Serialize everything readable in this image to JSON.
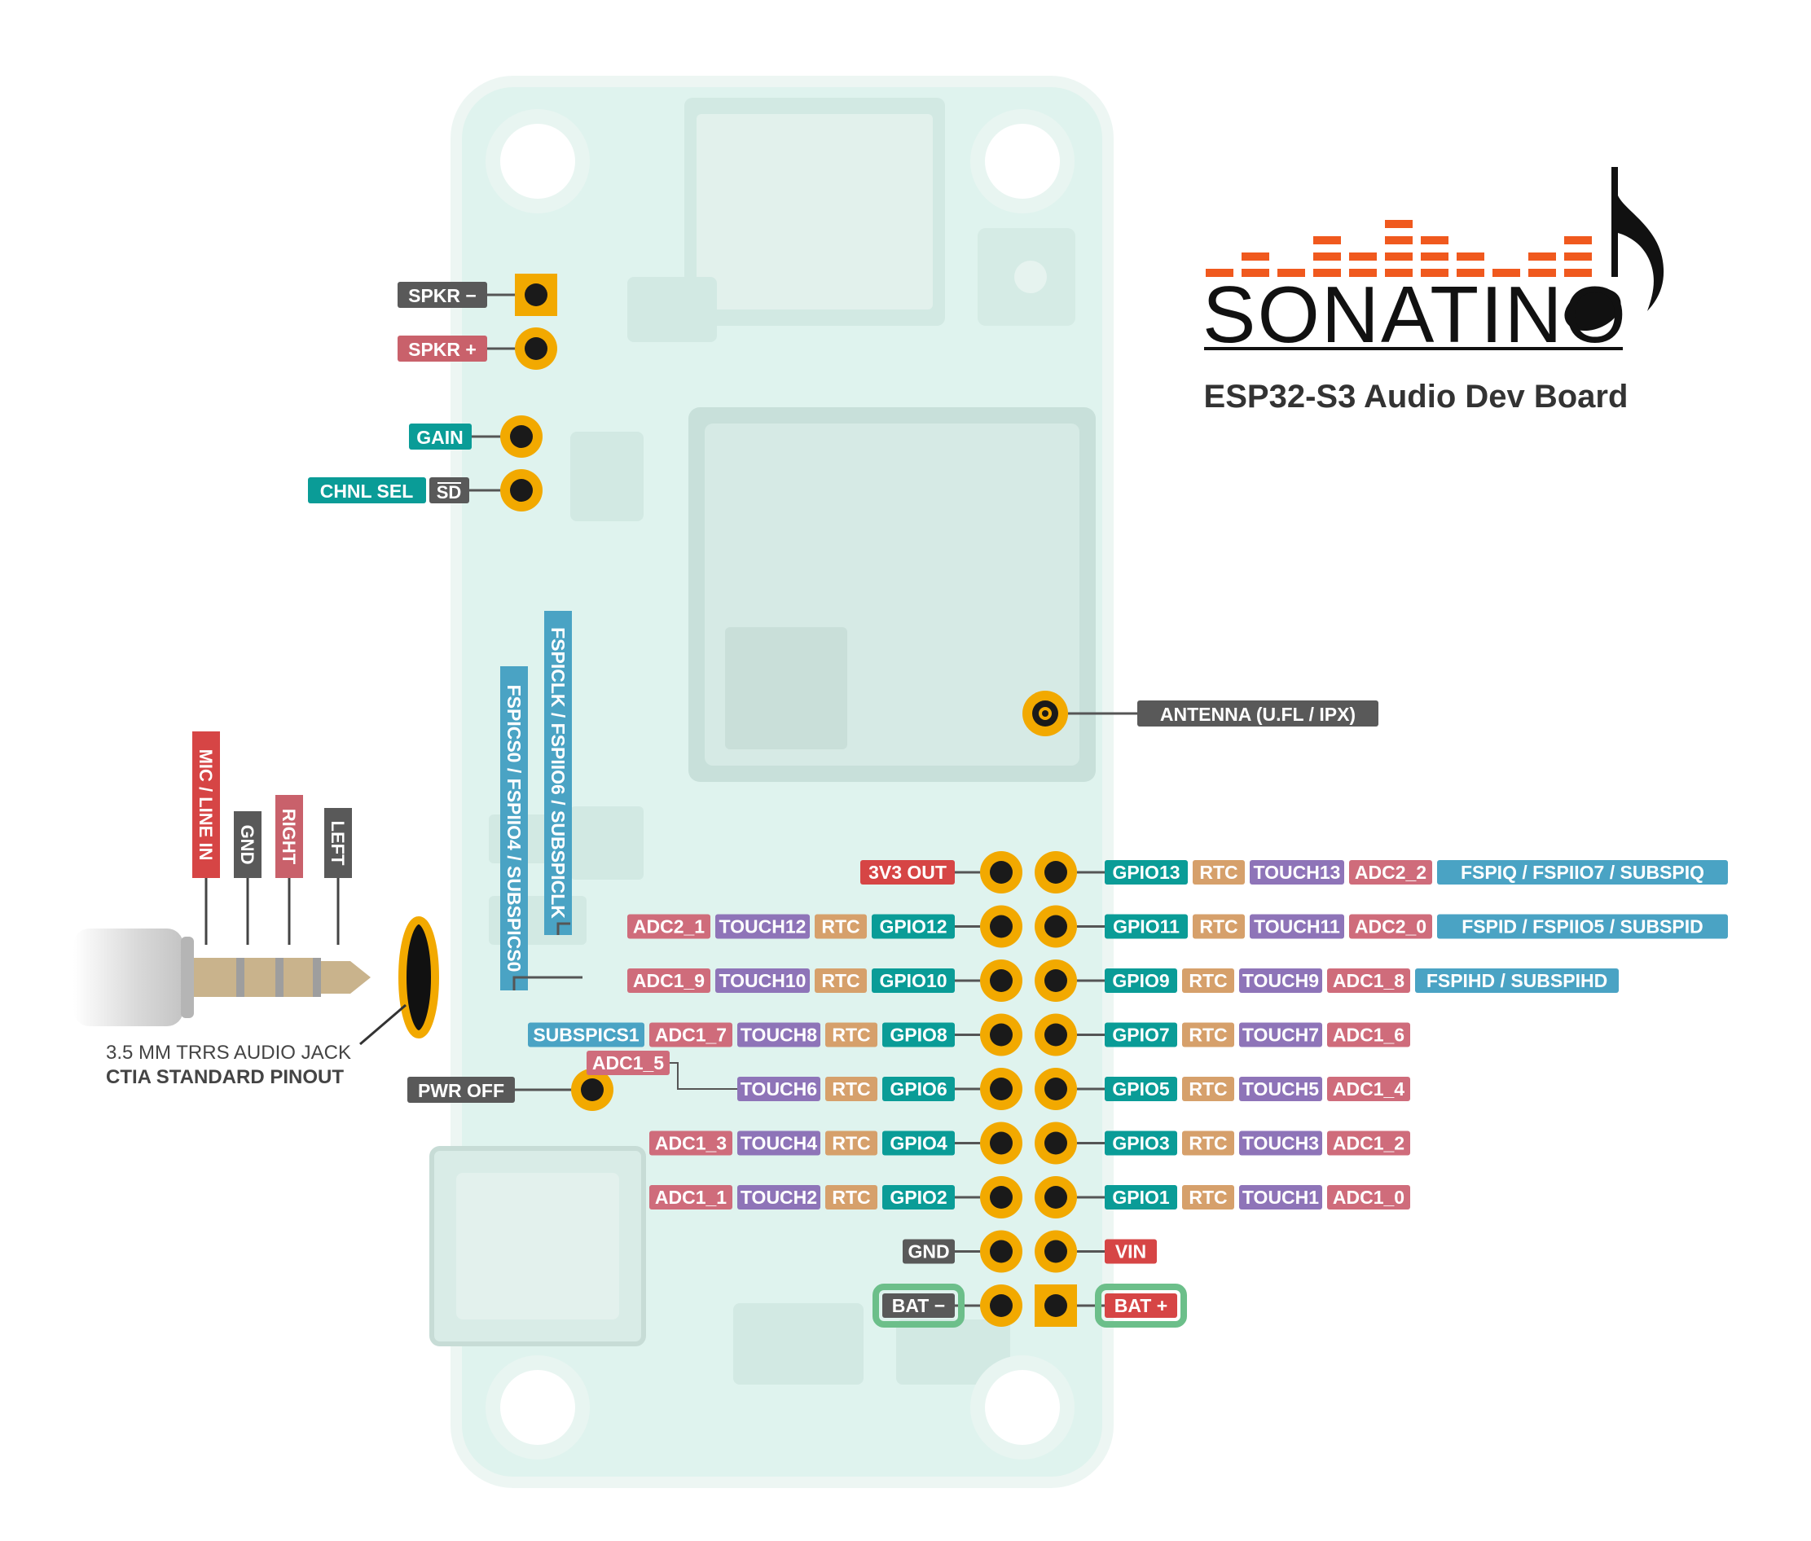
{
  "logo": {
    "name": "SONATINO",
    "subtitle": "ESP32-S3 Audio Dev Board",
    "eq_color": "#f0591e",
    "note_color": "#111111"
  },
  "colors": {
    "gpio": "#0a9c97",
    "rtc": "#d6a06b",
    "touch": "#8e74b8",
    "adc": "#cf6c7b",
    "spi": "#4aa3c4",
    "gnd": "#595959",
    "power": "#d64545",
    "spkr_pos": "#c9616b",
    "bat_ring": "#6cbf8a",
    "pad": "#f2a900",
    "board": "#dff3ee"
  },
  "jack": {
    "caption_line1": "3.5 MM TRRS AUDIO JACK",
    "caption_line2": "CTIA STANDARD PINOUT",
    "mic": "MIC / LINE IN",
    "gnd": "GND",
    "right": "RIGHT",
    "left": "LEFT"
  },
  "top_pins": {
    "spkr_minus": "SPKR −",
    "spkr_plus": "SPKR +",
    "gain": "GAIN",
    "chnl_sel": "CHNL SEL",
    "sd": "SD"
  },
  "antenna": "ANTENNA (U.FL / IPX)",
  "pwr_off": "PWR OFF",
  "vertical_spi": {
    "clk": "FSPICLK / FSPIIO6 / SUBSPICLK",
    "cs": "FSPICS0 / FSPIIO4 / SUBSPICS0"
  },
  "rows": [
    {
      "left": [
        {
          "text": "3V3 OUT",
          "color": "power"
        }
      ],
      "right": [
        {
          "text": "GPIO13",
          "color": "gpio"
        },
        {
          "text": "RTC",
          "color": "rtc"
        },
        {
          "text": "TOUCH13",
          "color": "touch"
        },
        {
          "text": "ADC2_2",
          "color": "adc"
        },
        {
          "text": "FSPIQ / FSPIIO7 / SUBSPIQ",
          "color": "spi"
        }
      ]
    },
    {
      "left": [
        {
          "text": "ADC2_1",
          "color": "adc"
        },
        {
          "text": "TOUCH12",
          "color": "touch"
        },
        {
          "text": "RTC",
          "color": "rtc"
        },
        {
          "text": "GPIO12",
          "color": "gpio"
        }
      ],
      "right": [
        {
          "text": "GPIO11",
          "color": "gpio"
        },
        {
          "text": "RTC",
          "color": "rtc"
        },
        {
          "text": "TOUCH11",
          "color": "touch"
        },
        {
          "text": "ADC2_0",
          "color": "adc"
        },
        {
          "text": "FSPID / FSPIIO5 / SUBSPID",
          "color": "spi"
        }
      ]
    },
    {
      "left": [
        {
          "text": "ADC1_9",
          "color": "adc"
        },
        {
          "text": "TOUCH10",
          "color": "touch"
        },
        {
          "text": "RTC",
          "color": "rtc"
        },
        {
          "text": "GPIO10",
          "color": "gpio"
        }
      ],
      "right": [
        {
          "text": "GPIO9",
          "color": "gpio"
        },
        {
          "text": "RTC",
          "color": "rtc"
        },
        {
          "text": "TOUCH9",
          "color": "touch"
        },
        {
          "text": "ADC1_8",
          "color": "adc"
        },
        {
          "text": "FSPIHD / SUBSPIHD",
          "color": "spi"
        }
      ]
    },
    {
      "left": [
        {
          "text": "SUBSPICS1",
          "color": "spi"
        },
        {
          "text": "ADC1_7",
          "color": "adc"
        },
        {
          "text": "TOUCH8",
          "color": "touch"
        },
        {
          "text": "RTC",
          "color": "rtc"
        },
        {
          "text": "GPIO8",
          "color": "gpio"
        }
      ],
      "right": [
        {
          "text": "GPIO7",
          "color": "gpio"
        },
        {
          "text": "RTC",
          "color": "rtc"
        },
        {
          "text": "TOUCH7",
          "color": "touch"
        },
        {
          "text": "ADC1_6",
          "color": "adc"
        }
      ]
    },
    {
      "left": [
        {
          "text": "TOUCH6",
          "color": "touch"
        },
        {
          "text": "RTC",
          "color": "rtc"
        },
        {
          "text": "GPIO6",
          "color": "gpio"
        }
      ],
      "left_extra": {
        "text": "ADC1_5",
        "color": "adc"
      },
      "right": [
        {
          "text": "GPIO5",
          "color": "gpio"
        },
        {
          "text": "RTC",
          "color": "rtc"
        },
        {
          "text": "TOUCH5",
          "color": "touch"
        },
        {
          "text": "ADC1_4",
          "color": "adc"
        }
      ]
    },
    {
      "left": [
        {
          "text": "ADC1_3",
          "color": "adc"
        },
        {
          "text": "TOUCH4",
          "color": "touch"
        },
        {
          "text": "RTC",
          "color": "rtc"
        },
        {
          "text": "GPIO4",
          "color": "gpio"
        }
      ],
      "right": [
        {
          "text": "GPIO3",
          "color": "gpio"
        },
        {
          "text": "RTC",
          "color": "rtc"
        },
        {
          "text": "TOUCH3",
          "color": "touch"
        },
        {
          "text": "ADC1_2",
          "color": "adc"
        }
      ]
    },
    {
      "left": [
        {
          "text": "ADC1_1",
          "color": "adc"
        },
        {
          "text": "TOUCH2",
          "color": "touch"
        },
        {
          "text": "RTC",
          "color": "rtc"
        },
        {
          "text": "GPIO2",
          "color": "gpio"
        }
      ],
      "right": [
        {
          "text": "GPIO1",
          "color": "gpio"
        },
        {
          "text": "RTC",
          "color": "rtc"
        },
        {
          "text": "TOUCH1",
          "color": "touch"
        },
        {
          "text": "ADC1_0",
          "color": "adc"
        }
      ]
    },
    {
      "left": [
        {
          "text": "GND",
          "color": "gnd"
        }
      ],
      "right": [
        {
          "text": "VIN",
          "color": "power"
        }
      ]
    },
    {
      "left": [
        {
          "text": "BAT −",
          "color": "gnd",
          "ring": true
        }
      ],
      "right": [
        {
          "text": "BAT +",
          "color": "power",
          "ring": true
        }
      ]
    }
  ]
}
